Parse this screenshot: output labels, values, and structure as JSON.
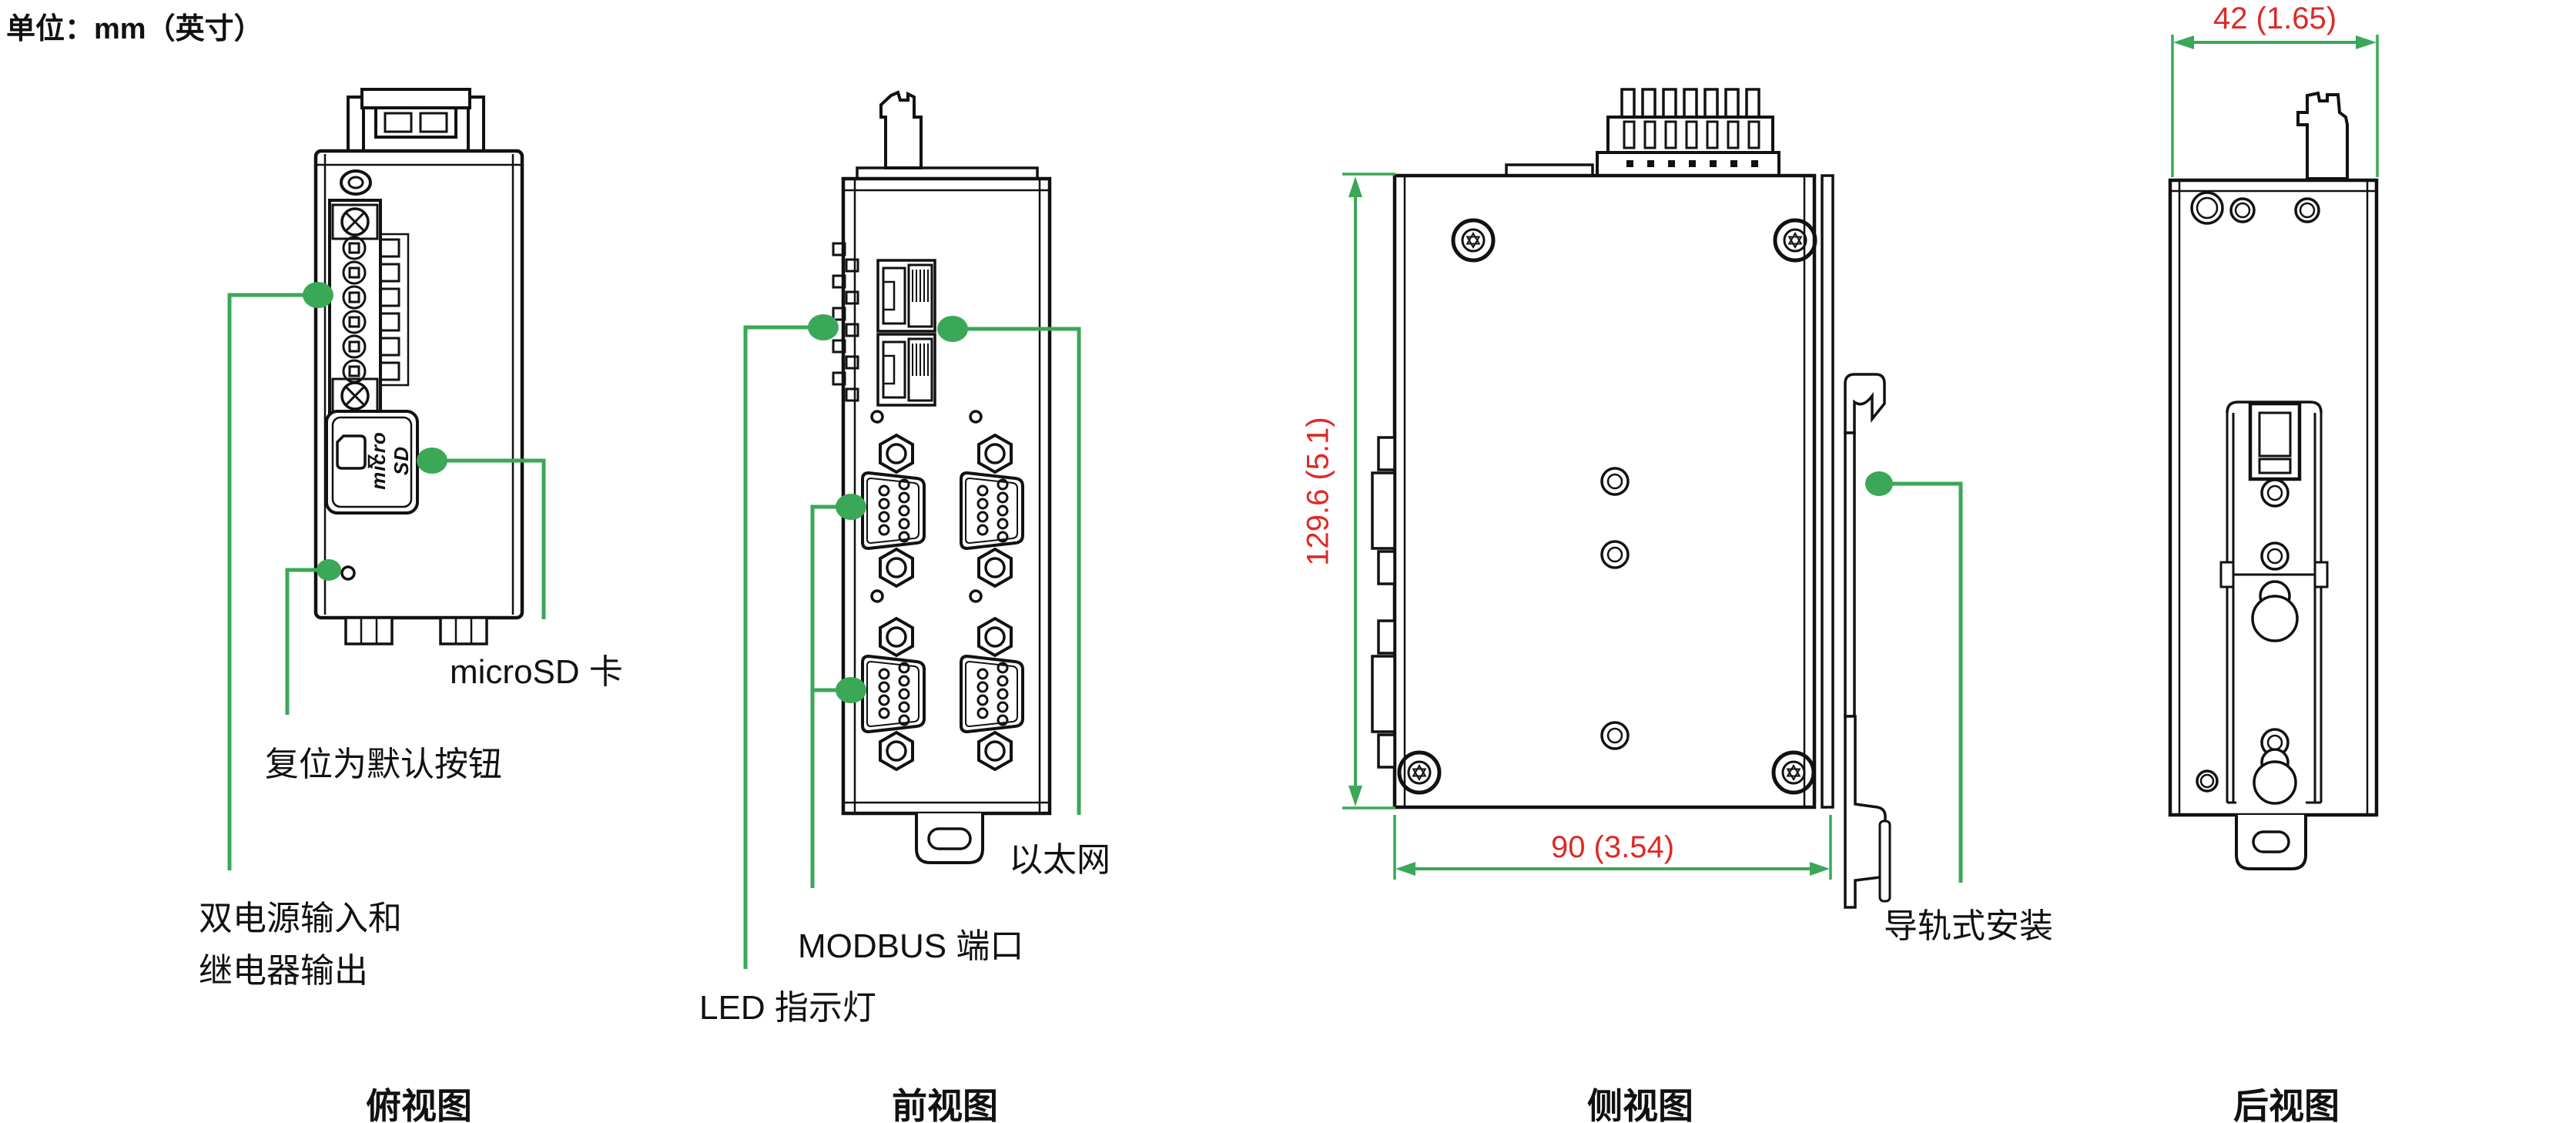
{
  "title": "单位：mm（英寸）",
  "colors": {
    "accent_green": "#3aa857",
    "dimension_red": "#dd2a25",
    "line_black": "#111111"
  },
  "views": {
    "top": {
      "caption": "俯视图",
      "labels": {
        "microsd": "microSD 卡",
        "reset": "复位为默认按钮",
        "power1": "双电源输入和",
        "power2": "继电器输出"
      },
      "sd_slot": {
        "line1": "micro",
        "line2": "SD"
      }
    },
    "front": {
      "caption": "前视图",
      "labels": {
        "ethernet": "以太网",
        "modbus": "MODBUS 端口",
        "led": "LED 指示灯"
      }
    },
    "side": {
      "caption": "侧视图",
      "labels": {
        "din": "导轨式安装"
      },
      "dimensions": {
        "height": "129.6 (5.1)",
        "depth": "90 (3.54)"
      }
    },
    "rear": {
      "caption": "后视图",
      "dimensions": {
        "width": "42 (1.65)"
      }
    }
  }
}
